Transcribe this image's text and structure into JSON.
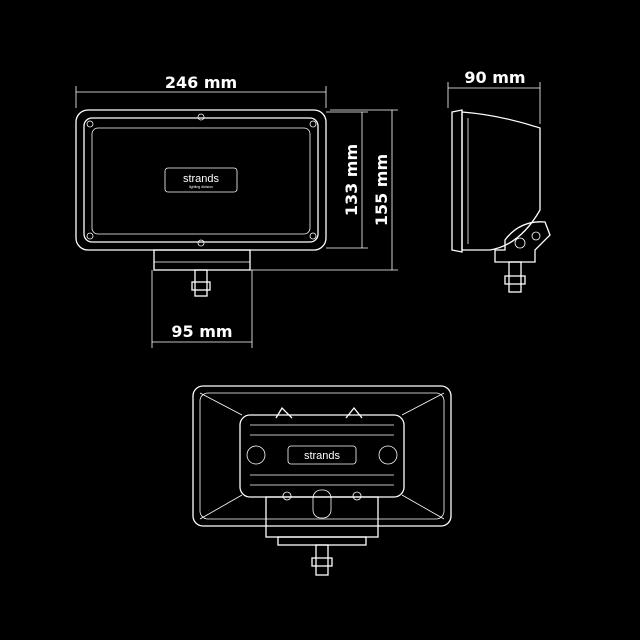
{
  "dimensions": {
    "front_width": "246 mm",
    "front_lens_height": "133 mm",
    "front_total_height": "155 mm",
    "mount_width": "95 mm",
    "side_depth": "90 mm"
  },
  "brand": {
    "logo": "strands",
    "tagline": "lighting division"
  },
  "colors": {
    "background": "#000000",
    "lines": "#ffffff"
  }
}
